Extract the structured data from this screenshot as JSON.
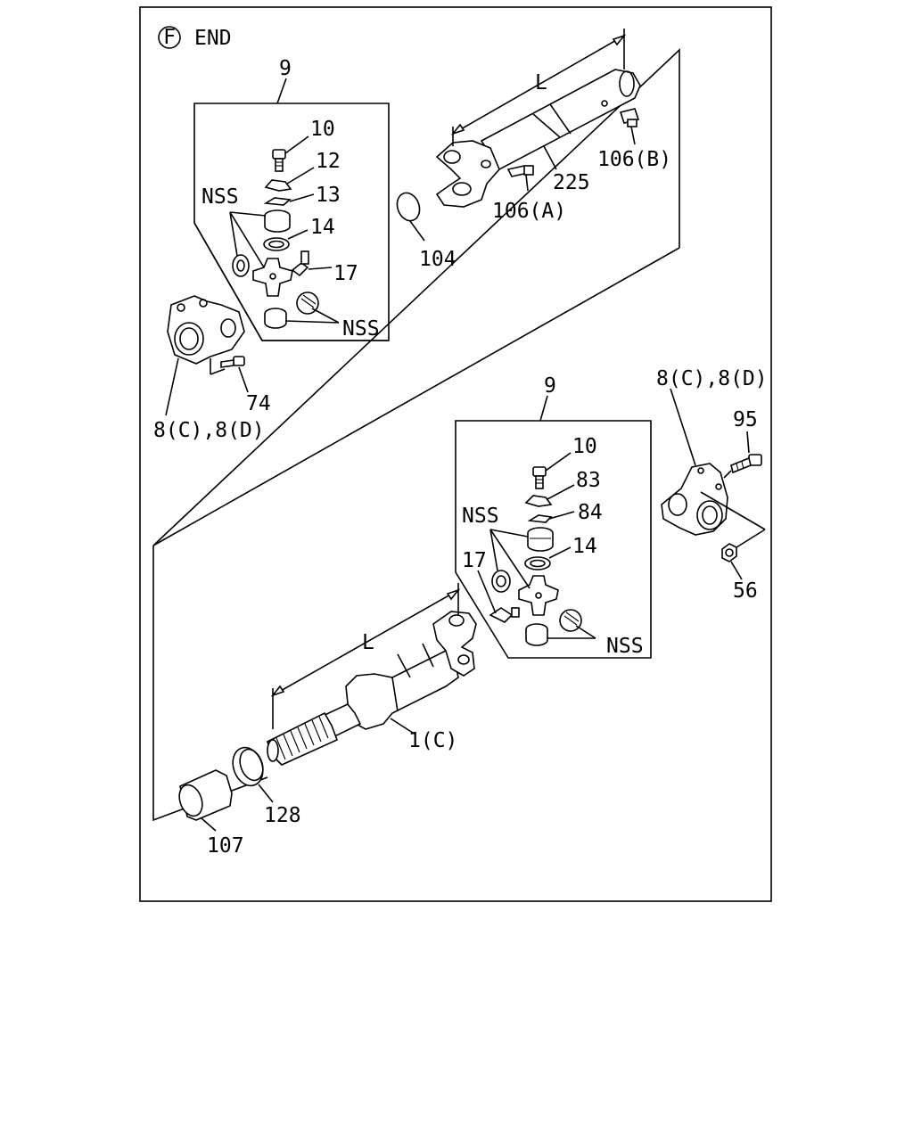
{
  "header": {
    "circle_letter": "F",
    "label": "END"
  },
  "callouts": {
    "top_assembly_9": "9",
    "top_10": "10",
    "top_12": "12",
    "top_13": "13",
    "top_14": "14",
    "top_17": "17",
    "top_nss_upper": "NSS",
    "top_nss_lower": "NSS",
    "shaft_L_top": "L",
    "part_225": "225",
    "part_106b": "106(B)",
    "part_106a": "106(A)",
    "part_104": "104",
    "part_74": "74",
    "flange_left": "8(C),8(D)",
    "flange_right": "8(C),8(D)",
    "bottom_assembly_9": "9",
    "bottom_10": "10",
    "bottom_83": "83",
    "bottom_84": "84",
    "bottom_14": "14",
    "bottom_17": "17",
    "bottom_nss_upper": "NSS",
    "bottom_nss_lower": "NSS",
    "part_95": "95",
    "part_56": "56",
    "shaft_L_bottom": "L",
    "part_1c": "1(C)",
    "part_128": "128",
    "part_107": "107"
  }
}
